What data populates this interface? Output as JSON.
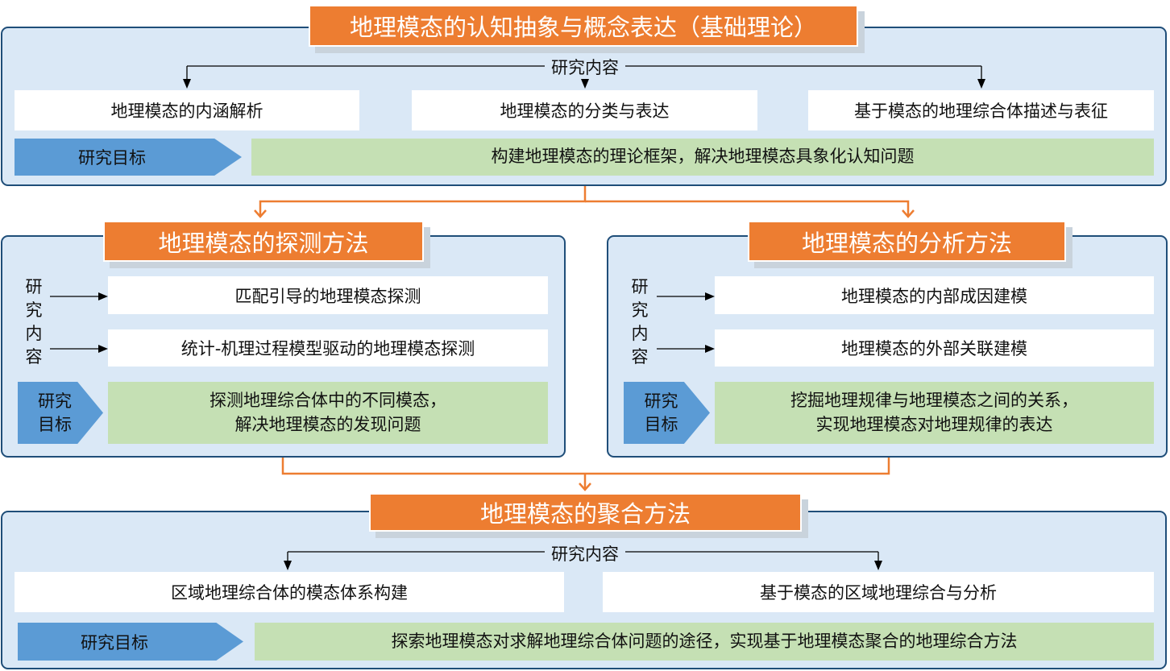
{
  "colors": {
    "panel_bg": "#dae8f6",
    "panel_border": "#1f4e79",
    "title_bg": "#ed7d31",
    "goal_bg": "#5b9bd5",
    "goal_text_bg": "#c5e0b4",
    "connector": "#ed7d31"
  },
  "section1": {
    "title": "地理模态的认知抽象与概念表达（基础理论）",
    "content_label": "研究内容",
    "items": [
      "地理模态的内涵解析",
      "地理模态的分类与表达",
      "基于模态的地理综合体描述与表征"
    ],
    "goal_label": "研究目标",
    "goal": "构建地理模态的理论框架，解决地理模态具象化认知问题"
  },
  "section2": {
    "title": "地理模态的探测方法",
    "content_label": "研究内容",
    "items": [
      "匹配引导的地理模态探测",
      "统计-机理过程模型驱动的地理模态探测"
    ],
    "goal_label": "研究\n目标",
    "goal": "探测地理综合体中的不同模态，\n解决地理模态的发现问题"
  },
  "section3": {
    "title": "地理模态的分析方法",
    "content_label": "研究内容",
    "items": [
      "地理模态的内部成因建模",
      "地理模态的外部关联建模"
    ],
    "goal_label": "研究\n目标",
    "goal": "挖掘地理规律与地理模态之间的关系，\n实现地理模态对地理规律的表达"
  },
  "section4": {
    "title": "地理模态的聚合方法",
    "content_label": "研究内容",
    "items": [
      "区域地理综合体的模态体系构建",
      "基于模态的区域地理综合与分析"
    ],
    "goal_label": "研究目标",
    "goal": "探索地理模态对求解地理综合体问题的途径，实现基于地理模态聚合的地理综合方法"
  }
}
